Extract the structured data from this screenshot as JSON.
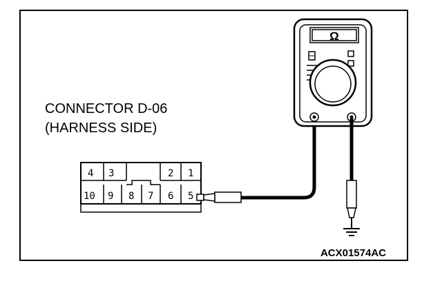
{
  "figure_id": "ACX01574AC",
  "connector": {
    "title_line1": "CONNECTOR D-06",
    "title_line2": "(HARNESS SIDE)",
    "top_pins": [
      "4",
      "3",
      "2",
      "1"
    ],
    "bottom_pins": [
      "10",
      "9",
      "8",
      "7",
      "6",
      "5"
    ]
  },
  "meter": {
    "mode_symbol": "Ω"
  }
}
